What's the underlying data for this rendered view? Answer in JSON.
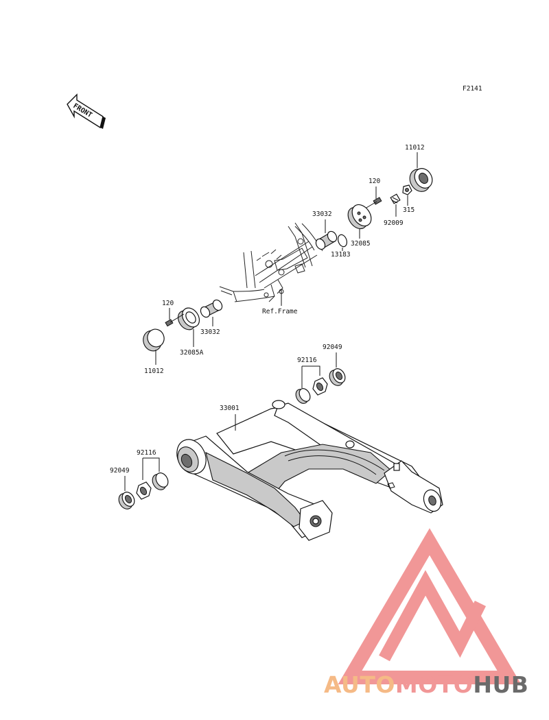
{
  "figure_code": "F2141",
  "front_label": "FRONT",
  "ref_frame_label": "Ref.Frame",
  "part_numbers": {
    "cap_upper": "11012",
    "bolt_upper": "120",
    "spacer_upper": "33032",
    "collar_upper": "13183",
    "bracket_upper": "32085",
    "cap_lower": "11012",
    "bolt_lower": "120",
    "spacer_lower": "33032",
    "bracket_lower": "32085A",
    "grease_nipple": "92009",
    "nut_small": "315",
    "swingarm": "33001",
    "bearing_right": "92116",
    "seal_right": "92049",
    "bearing_left": "92116",
    "seal_left": "92049"
  },
  "watermark": {
    "part1": "AUTO",
    "part2": "MOTO",
    "part3": "HUB",
    "color_orange": "#f5b37a",
    "color_red": "#f08c8c",
    "color_gray": "#5a5a5a"
  }
}
